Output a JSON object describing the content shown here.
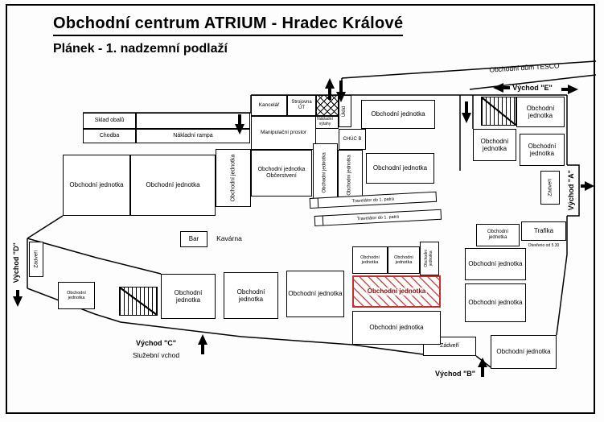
{
  "header": {
    "title": "Obchodní centrum ATRIUM - Hradec Králové",
    "subtitle": "Plánek - 1. nadzemní podlaží"
  },
  "landmarks": {
    "tesco": "Obchodní dům TESCO",
    "bar": "Bar",
    "kavarna": "Kavárna",
    "trafika": "Trafika",
    "trafika_hours": "Otevřeno od 5.30",
    "travelator": "Travelátor do 1. patra"
  },
  "exits": {
    "a": "Východ \"A\"",
    "b": "Východ \"B\"",
    "c": "Východ \"C\"",
    "d": "Východ \"D\"",
    "e": "Východ \"E\"",
    "service": "Služební vchod"
  },
  "rooms": {
    "shop_unit": "Obchodní jednotka",
    "obcerstveni": "Občerstvení",
    "sklad_obalu": "Sklad obalů",
    "chodba": "Chodba",
    "nakladni_rampa": "Nákladní rampa",
    "kancelar": "Kancelář",
    "strojovna_ut": "Strojovna ÚT",
    "nakladni_vytahy": "Nákladní výtahy",
    "uklid": "Úklid",
    "manipulacni_prostor": "Manipulační prostor",
    "chuc_b": "CHÚC B",
    "zadveri": "Zádveří"
  },
  "highlight": {
    "label": "Obchodní jednotka",
    "color": "#c03030"
  }
}
